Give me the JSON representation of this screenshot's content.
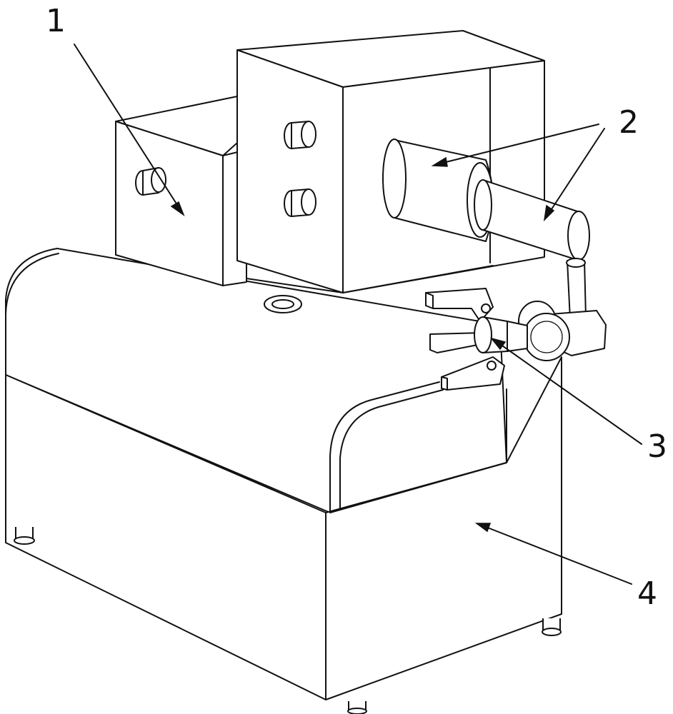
{
  "callouts": [
    {
      "id": "1",
      "text": "1"
    },
    {
      "id": "2",
      "text": "2"
    },
    {
      "id": "3",
      "text": "3"
    },
    {
      "id": "4",
      "text": "4"
    }
  ],
  "colors": {
    "line": "#111111",
    "background": "#ffffff"
  }
}
